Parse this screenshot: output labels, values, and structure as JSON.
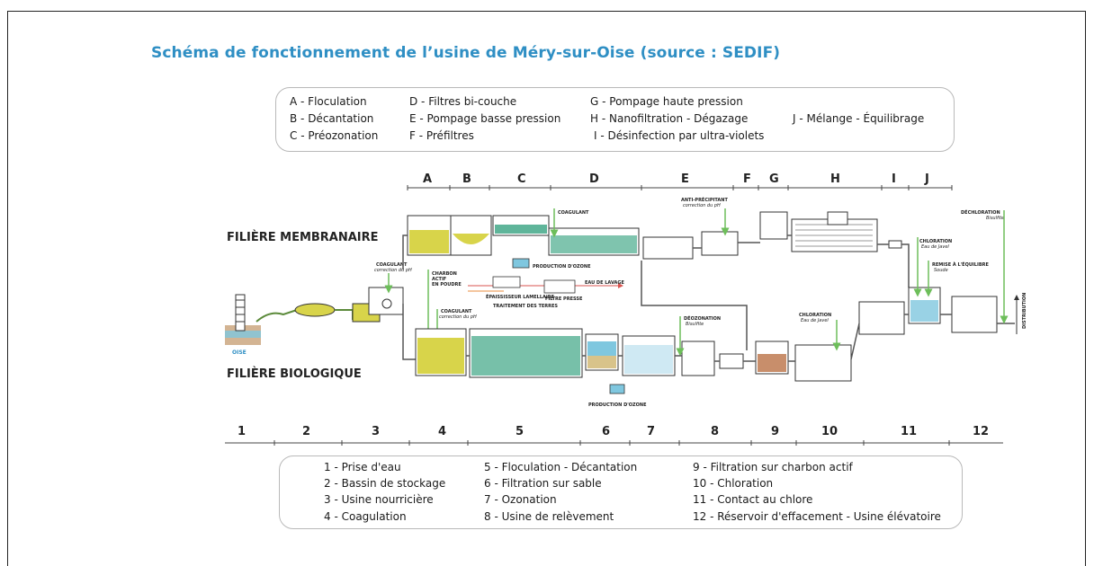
{
  "title": "Schéma de fonctionnement de l’usine de Méry-sur-Oise (source : SEDIF)",
  "top_legend": [
    "A - Floculation",
    "B - Décantation",
    "C - Préozonation",
    "D - Filtres bi-couche",
    "E - Pompage basse pression",
    "F - Préfiltres",
    "G - Pompage haute pression",
    "H - Nanofiltration - Dégazage",
    "I - Désinfection par ultra-violets",
    "J - Mélange - Équilibrage"
  ],
  "letter_axis": [
    "A",
    "B",
    "C",
    "D",
    "E",
    "F",
    "G",
    "H",
    "I",
    "J"
  ],
  "number_axis": [
    "1",
    "2",
    "3",
    "4",
    "5",
    "6",
    "7",
    "8",
    "9",
    "10",
    "11",
    "12"
  ],
  "rows": {
    "membrane": "FILIÈRE MEMBRANAIRE",
    "biological": "FILIÈRE BIOLOGIQUE"
  },
  "annotations": {
    "oise": "OISE",
    "coagulant_1": "COAGULANT",
    "coagulant_1_sub": "correction du pH",
    "coagulant_2": "COAGULANT",
    "coagulant_2_sub": "correction du pH",
    "coagulant_top": "COAGULANT",
    "charbon_1": "CHARBON",
    "charbon_2": "ACTIF",
    "charbon_3": "EN POUDRE",
    "ozone_top": "PRODUCTION D'OZONE",
    "ozone_bottom": "PRODUCTION D'OZONE",
    "eau_lavage": "EAU DE LAVAGE",
    "epaississeur": "ÉPAISSISSEUR LAMELLAIRE",
    "filtre_presse": "FILTRE PRESSE",
    "traitement_terres": "TRAITEMENT DES TERRES",
    "anti_precipitant": "ANTI-PRÉCIPITANT",
    "anti_precipitant_sub": "correction du pH",
    "deozonation": "DÉOZONATION",
    "deozonation_sub": "Bisulfite",
    "chloration_1": "CHLORATION",
    "chloration_1_sub": "Eau de Javel",
    "chloration_2": "CHLORATION",
    "chloration_2_sub": "Eau de Javel",
    "remise": "REMISE À L'ÉQUILIBRE",
    "remise_sub": "Soude",
    "dechloration": "DÉCHLORATION",
    "dechloration_sub": "Bisulfite",
    "distribution": "DISTRIBUTION"
  },
  "bottom_legend": [
    "1 - Prise d'eau",
    "2 - Bassin de stockage",
    "3 - Usine nourricière",
    "4 - Coagulation",
    "5 - Floculation - Décantation",
    "6 - Filtration sur sable",
    "7 - Ozonation",
    "8 - Usine de relèvement",
    "9 - Filtration sur charbon actif",
    "10 - Chloration",
    "11 - Contact au chlore",
    "12 - Réservoir d'effacement - Usine élévatoire"
  ],
  "colors": {
    "title": "#2f8fc4",
    "water_yellow": "#d8d44a",
    "water_green": "#5fb59a",
    "water_blue": "#7fc7df",
    "arrow_green": "#6dbe5a",
    "arrow_red": "#d9534f",
    "soil": "#c8a178"
  }
}
